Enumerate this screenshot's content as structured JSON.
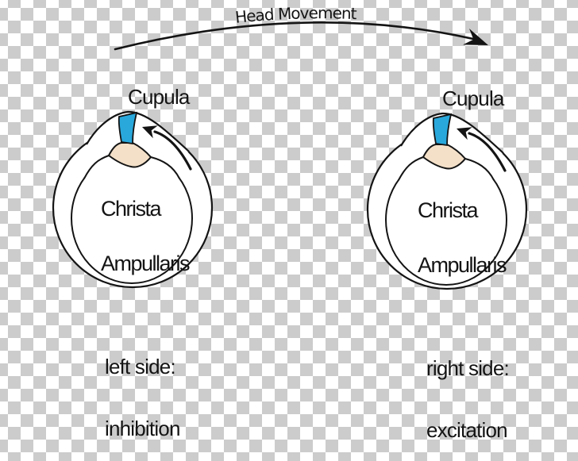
{
  "colors": {
    "checker_gray": "#cccccc",
    "checker_white": "#ffffff",
    "cupula_blue": "#29a8dc",
    "crista_beige": "#f4e0c8",
    "ink": "#141414"
  },
  "header": {
    "arc_label": "Head Movement"
  },
  "diagrams": [
    {
      "side": "left",
      "cupula_label": "Cupula",
      "inner_label_line1": "Christa",
      "inner_label_line2": "Ampullaris",
      "caption_line1": "left side:",
      "caption_line2": "inhibition"
    },
    {
      "side": "right",
      "cupula_label": "Cupula",
      "inner_label_line1": "Christa",
      "inner_label_line2": "Ampullaris",
      "caption_line1": "right side:",
      "caption_line2": "excitation"
    }
  ]
}
